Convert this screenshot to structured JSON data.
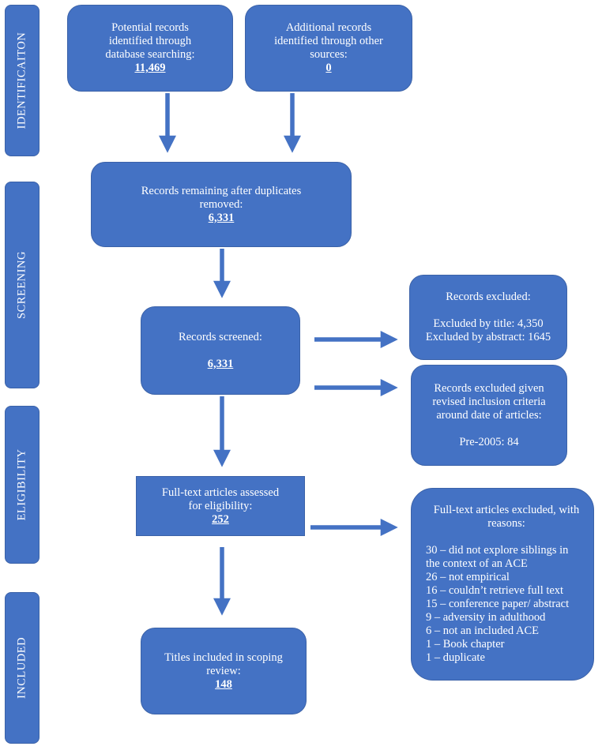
{
  "stages": {
    "identification": "IDENTIFICAITON",
    "screening": "SCREENING",
    "eligibility": "ELIGIBILITY",
    "included": "INCLUDED"
  },
  "boxes": {
    "database_search": {
      "lines": [
        "Potential records",
        "identified through",
        "database searching:"
      ],
      "count": "11,469"
    },
    "other_sources": {
      "lines": [
        "Additional records",
        "identified through other",
        "sources:"
      ],
      "count": "0"
    },
    "duplicates_removed": {
      "lines": [
        "Records remaining after duplicates",
        "removed:"
      ],
      "count": "6,331"
    },
    "records_screened": {
      "lines": [
        "Records screened:"
      ],
      "count": "6,331"
    },
    "records_excluded": {
      "title": "Records excluded:",
      "lines": [
        "Excluded by title: 4,350",
        "Excluded by abstract: 1645"
      ]
    },
    "excluded_date": {
      "lines": [
        "Records excluded given",
        "revised inclusion criteria",
        "around date of articles:"
      ],
      "detail": "Pre-2005: 84"
    },
    "full_text_assessed": {
      "lines": [
        "Full-text articles assessed",
        "for eligibility:"
      ],
      "count": "252"
    },
    "full_text_excluded": {
      "title": [
        "Full-text articles excluded, with",
        "reasons:"
      ],
      "reasons": [
        "30 – did not explore siblings in",
        "the context of an ACE",
        "26 – not empirical",
        "16 – couldn’t retrieve full text",
        "15 – conference paper/ abstract",
        "9 – adversity in adulthood",
        "6 – not an included ACE",
        "1 – Book chapter",
        "1 – duplicate"
      ]
    },
    "included": {
      "lines": [
        "Titles included in scoping",
        "review:"
      ],
      "count": "148"
    }
  },
  "colors": {
    "box_fill": "#4472c4",
    "box_border": "#3b62a8",
    "text": "#ffffff",
    "arrow": "#4472c4"
  }
}
